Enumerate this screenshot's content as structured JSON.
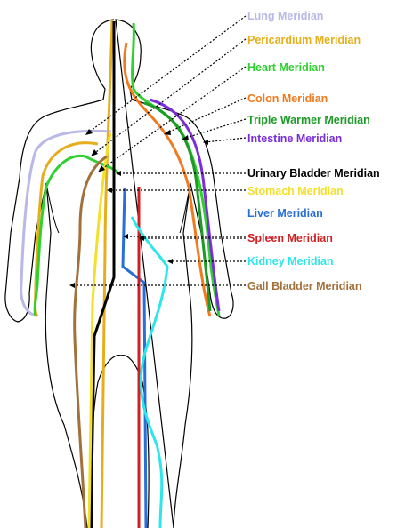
{
  "diagram": {
    "meridians": [
      {
        "id": "lung",
        "label": "Lung Meridian",
        "color": "#b9b8e6"
      },
      {
        "id": "pericardium",
        "label": "Pericardium Meridian",
        "color": "#e6ae1c"
      },
      {
        "id": "heart",
        "label": "Heart Meridian",
        "color": "#2fd12f"
      },
      {
        "id": "colon",
        "label": "Colon Meridian",
        "color": "#f07a1e"
      },
      {
        "id": "triple-warmer",
        "label": "Triple Warmer Meridian",
        "color": "#1e9a28"
      },
      {
        "id": "intestine",
        "label": "Intestine Meridian",
        "color": "#7a2ed6"
      },
      {
        "id": "urinary-bladder",
        "label": "Urinary Bladder Meridian",
        "color": "#000000"
      },
      {
        "id": "stomach",
        "label": "Stomach Meridian",
        "color": "#f2e02a"
      },
      {
        "id": "liver",
        "label": "Liver Meridian",
        "color": "#2a6fd6"
      },
      {
        "id": "spleen",
        "label": "Spleen Meridian",
        "color": "#d11f22"
      },
      {
        "id": "kidney",
        "label": "Kidney Meridian",
        "color": "#2ee6ea"
      },
      {
        "id": "gall-bladder",
        "label": "Gall Bladder Meridian",
        "color": "#a2703a"
      }
    ]
  }
}
